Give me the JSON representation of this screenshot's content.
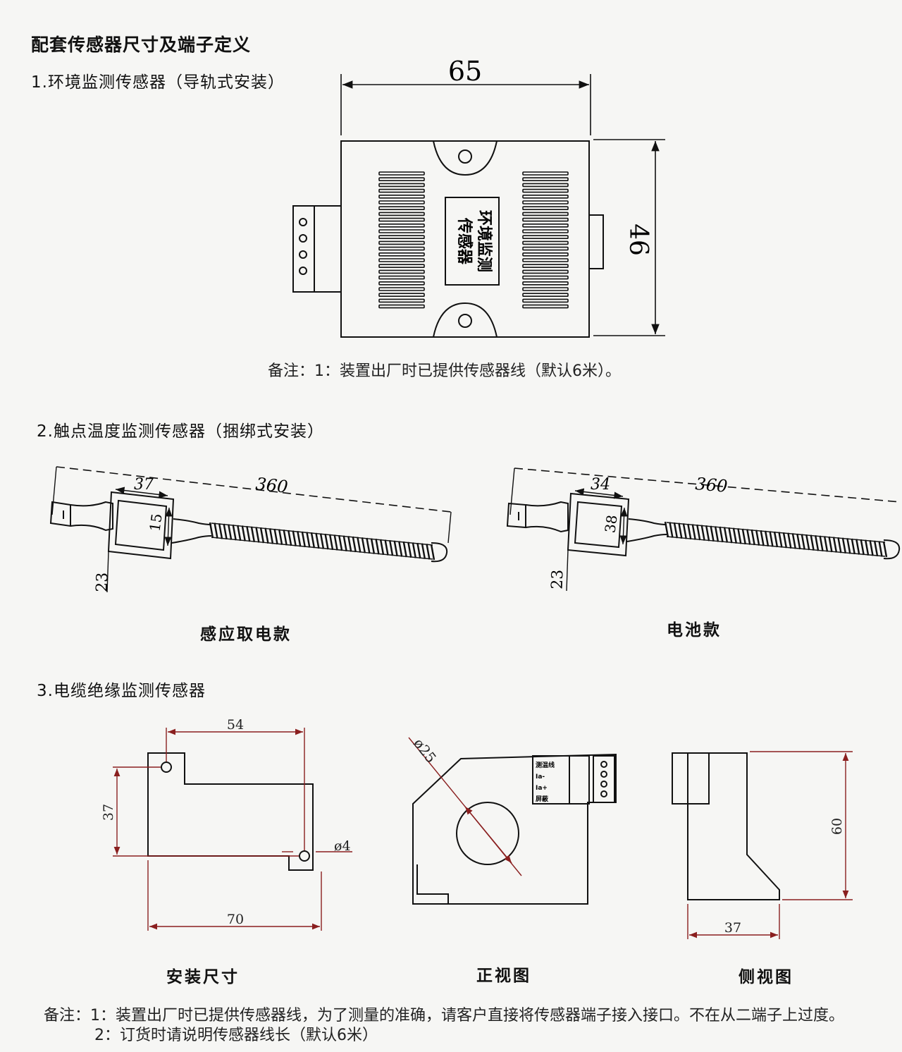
{
  "header": {
    "title": "配套传感器尺寸及端子定义"
  },
  "sections": {
    "env": {
      "title": "1.环境监测传感器（导轨式安装）",
      "dim_width": "65",
      "dim_height": "46",
      "label_line1": "环境监测",
      "label_line2": "传感器",
      "note": "备注：1：装置出厂时已提供传感器线（默认6米）。"
    },
    "contact": {
      "title": "2.触点温度监测传感器（捆绑式安装）",
      "left": {
        "caption": "感应取电款",
        "dim_total": "360",
        "dim_box_w": "37",
        "dim_box_h": "15",
        "dim_thick": "23"
      },
      "right": {
        "caption": "电池款",
        "dim_total": "360",
        "dim_box_w": "34",
        "dim_box_h": "38",
        "dim_thick": "23"
      }
    },
    "cable": {
      "title": "3.电缆绝缘监测传感器",
      "install": {
        "caption": "安装尺寸",
        "dim_top": "54",
        "dim_left": "37",
        "dim_hole": "ø4",
        "dim_bottom": "70"
      },
      "front": {
        "caption": "正视图",
        "dim_dia": "ø25",
        "terminal_labels": [
          "测温线",
          "Ia-",
          "Ia+",
          "屏蔽"
        ]
      },
      "side": {
        "caption": "侧视图",
        "dim_height": "60",
        "dim_width": "37"
      }
    }
  },
  "footer": {
    "note_line1": "备注：1：装置出厂时已提供传感器线，为了测量的准确，请客户直接将传感器端子接入接口。不在从二端子上过度。",
    "note_line2": "2：订货时请说明传感器线长（默认6米）"
  }
}
